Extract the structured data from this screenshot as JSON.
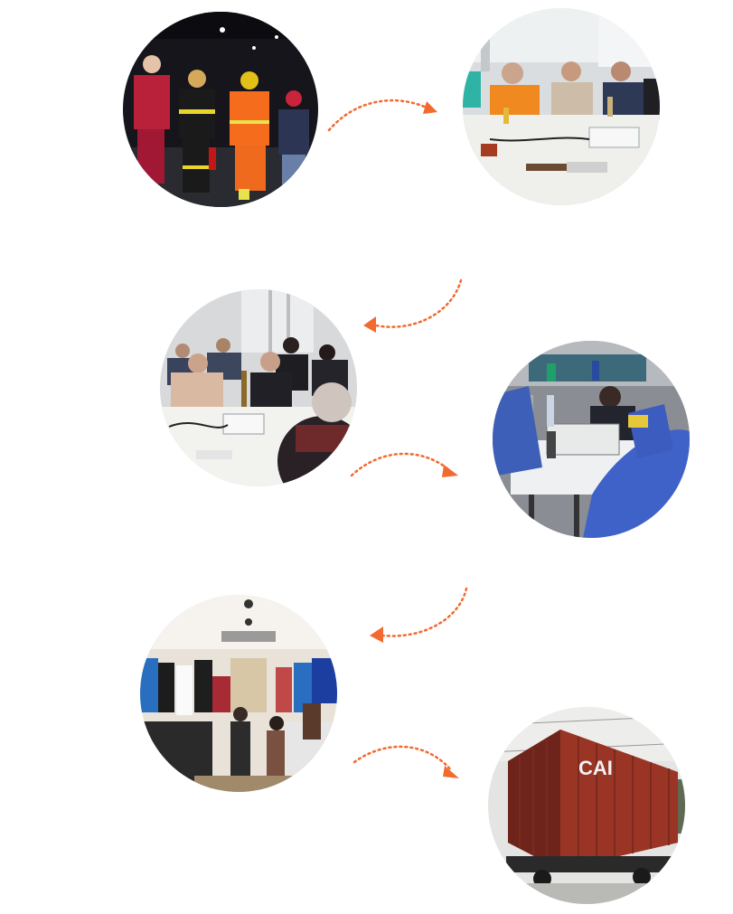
{
  "accent_color": "#f26a2e",
  "steps": [
    {
      "name": "protective-wear-fashion-show",
      "icon": "runway-photo"
    },
    {
      "name": "client-meeting",
      "icon": "meeting-photo"
    },
    {
      "name": "design-discussion",
      "icon": "meeting-photo"
    },
    {
      "name": "sewing-production",
      "icon": "factory-photo"
    },
    {
      "name": "retail-store",
      "icon": "store-photo"
    },
    {
      "name": "container-shipping",
      "icon": "container-photo"
    }
  ],
  "container": {
    "logo_text": "CAI"
  }
}
